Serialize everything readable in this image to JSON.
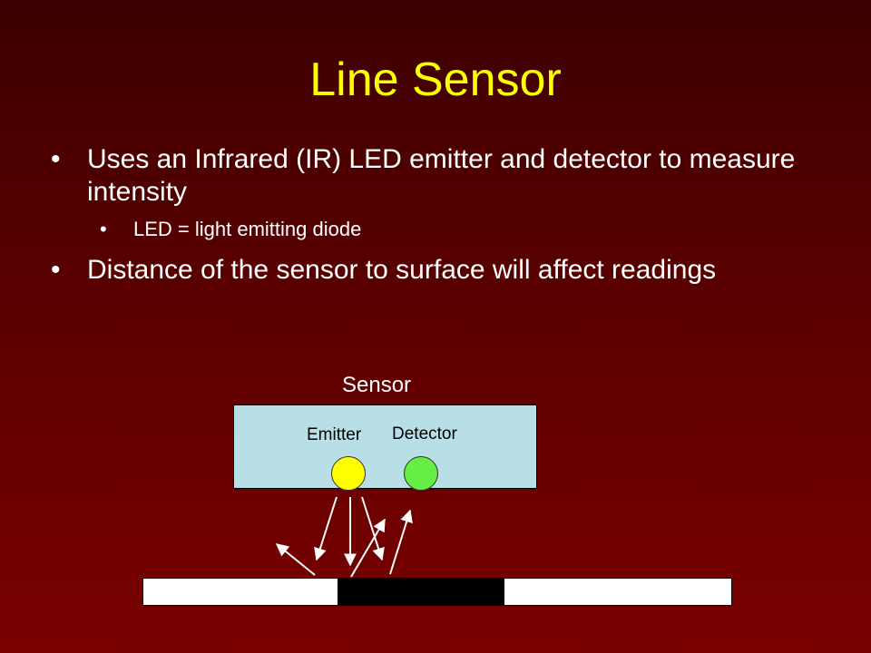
{
  "slide": {
    "title": "Line Sensor",
    "bullets": [
      "Uses an Infrared (IR) LED emitter and detector to measure intensity",
      "LED = light emitting diode",
      "Distance of the sensor to surface will affect readings"
    ],
    "bullet_glyph": "•"
  },
  "diagram": {
    "sensor_label": "Sensor",
    "emitter_label": "Emitter",
    "detector_label": "Detector",
    "colors": {
      "sensor_box": "#b9dfe6",
      "emitter": "#ffff00",
      "detector": "#66ee44",
      "surface": "#ffffff",
      "line": "#000000"
    }
  }
}
